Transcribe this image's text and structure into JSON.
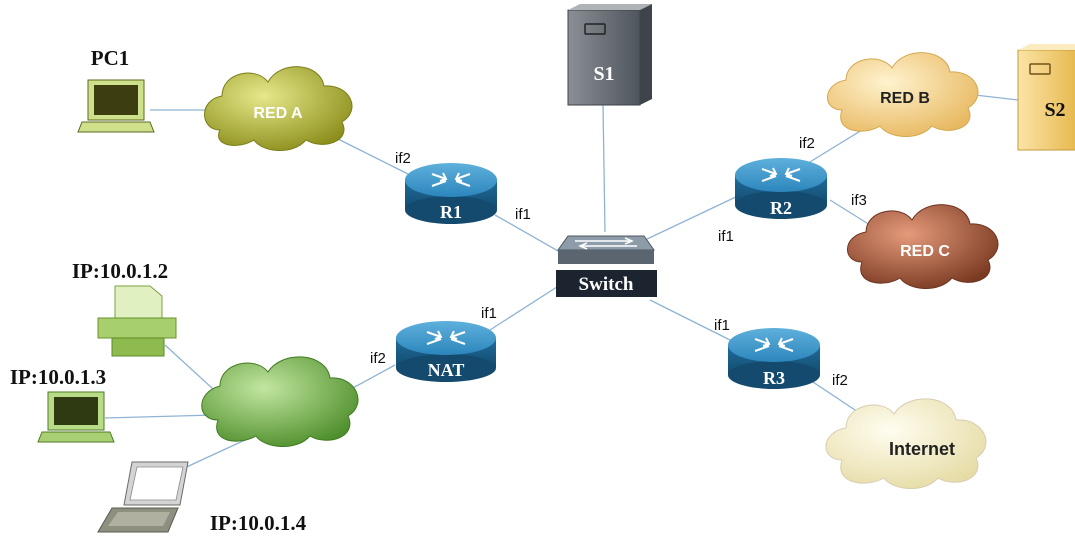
{
  "nodes": {
    "pc1": "PC1",
    "red_a": "RED A",
    "s1": "S1",
    "red_b": "RED B",
    "s2": "S2",
    "r1": "R1",
    "r2": "R2",
    "red_c": "RED C",
    "switch": "Switch",
    "printer_ip": "IP:10.0.1.2",
    "pc3_ip": "IP:10.0.1.3",
    "laptop_ip": "IP:10.0.1.4",
    "nat": "NAT",
    "r3": "R3",
    "internet": "Internet"
  },
  "interfaces": {
    "r1_if2": "if2",
    "r1_if1": "if1",
    "r2_if2": "if2",
    "r2_if3": "if3",
    "r2_if1": "if1",
    "nat_if1": "if1",
    "nat_if2": "if2",
    "r3_if1": "if1",
    "r3_if2": "if2"
  },
  "colors": {
    "link": "#8fb3d4",
    "router_blue": "#2a78a8",
    "cloud_red_a": "#b5b838",
    "cloud_red_b": "#f2cf85",
    "cloud_red_c": "#a85a3c",
    "cloud_lan": "#7bb84e",
    "cloud_internet": "#f5efc8"
  }
}
